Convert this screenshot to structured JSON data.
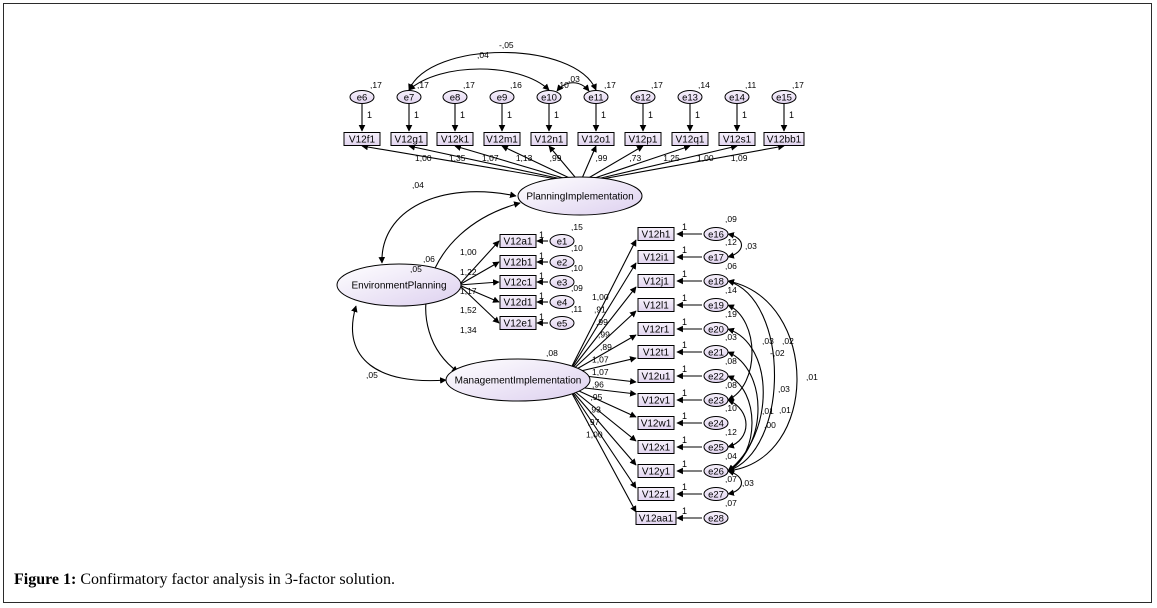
{
  "caption": {
    "label": "Figure 1:",
    "text": "Confirmatory factor analysis in 3-factor solution."
  },
  "factors": {
    "planning": {
      "name": "PlanningImplementation",
      "variance": "",
      "ests": [
        "1,00",
        "1,35",
        "1,07",
        "1,13",
        ",99",
        ",99",
        ",73",
        "1,25",
        "1,00",
        "1,09"
      ]
    },
    "environment": {
      "name": "EnvironmentPlanning",
      "variance": ",05",
      "ests": [
        "1,00",
        "1,22",
        "1,17",
        "1,52",
        "1,34"
      ]
    },
    "management": {
      "name": "ManagementImplementation",
      "variance": ",08",
      "ests": [
        "1,00",
        ",91",
        ",99",
        ",99",
        ",89",
        "1,07",
        "1,07",
        ",96",
        ",95",
        ",93",
        ",97",
        "1,00"
      ]
    }
  },
  "factor_covariances": {
    "planning_environment": ",04",
    "environment_management": ",05",
    "planning_management": ",06"
  },
  "planning_indicators": [
    {
      "var": "V12f1",
      "err": "e6",
      "errvar": ",17"
    },
    {
      "var": "V12g1",
      "err": "e7",
      "errvar": ",17"
    },
    {
      "var": "V12k1",
      "err": "e8",
      "errvar": ",17"
    },
    {
      "var": "V12m1",
      "err": "e9",
      "errvar": ",16"
    },
    {
      "var": "V12n1",
      "err": "e10",
      "errvar": ",10"
    },
    {
      "var": "V12o1",
      "err": "e11",
      "errvar": ",17"
    },
    {
      "var": "V12p1",
      "err": "e12",
      "errvar": ",17"
    },
    {
      "var": "V12q1",
      "err": "e13",
      "errvar": ",14"
    },
    {
      "var": "V12s1",
      "err": "e14",
      "errvar": ",11"
    },
    {
      "var": "V12bb1",
      "err": "e15",
      "errvar": ",17"
    }
  ],
  "planning_error_covs": {
    "e7_e11": "-,05",
    "e7_e10": ",04",
    "e10_e11": ",03"
  },
  "environment_indicators": [
    {
      "var": "V12a1",
      "err": "e1",
      "errvar": ",15"
    },
    {
      "var": "V12b1",
      "err": "e2",
      "errvar": ",10"
    },
    {
      "var": "V12c1",
      "err": "e3",
      "errvar": ",10"
    },
    {
      "var": "V12d1",
      "err": "e4",
      "errvar": ",09"
    },
    {
      "var": "V12e1",
      "err": "e5",
      "errvar": ",11"
    }
  ],
  "management_indicators": [
    {
      "var": "V12h1",
      "err": "e16",
      "errvar": ",09"
    },
    {
      "var": "V12i1",
      "err": "e17",
      "errvar": ",12"
    },
    {
      "var": "V12j1",
      "err": "e18",
      "errvar": ",06"
    },
    {
      "var": "V12l1",
      "err": "e19",
      "errvar": ",14"
    },
    {
      "var": "V12r1",
      "err": "e20",
      "errvar": ",19"
    },
    {
      "var": "V12t1",
      "err": "e21",
      "errvar": ",03"
    },
    {
      "var": "V12u1",
      "err": "e22",
      "errvar": ",08"
    },
    {
      "var": "V12v1",
      "err": "e23",
      "errvar": ",08"
    },
    {
      "var": "V12w1",
      "err": "e24",
      "errvar": ",10"
    },
    {
      "var": "V12x1",
      "err": "e25",
      "errvar": ",12"
    },
    {
      "var": "V12y1",
      "err": "e26",
      "errvar": ",04"
    },
    {
      "var": "V12z1",
      "err": "e27",
      "errvar": ",07"
    },
    {
      "var": "V12aa1",
      "err": "e28",
      "errvar": ",07"
    }
  ],
  "management_error_covs": [
    ",03",
    ",03",
    ",02",
    "-,02",
    ",03",
    ",01",
    ",01",
    ",00",
    ",01",
    ",03"
  ],
  "fixed_loading": "1"
}
